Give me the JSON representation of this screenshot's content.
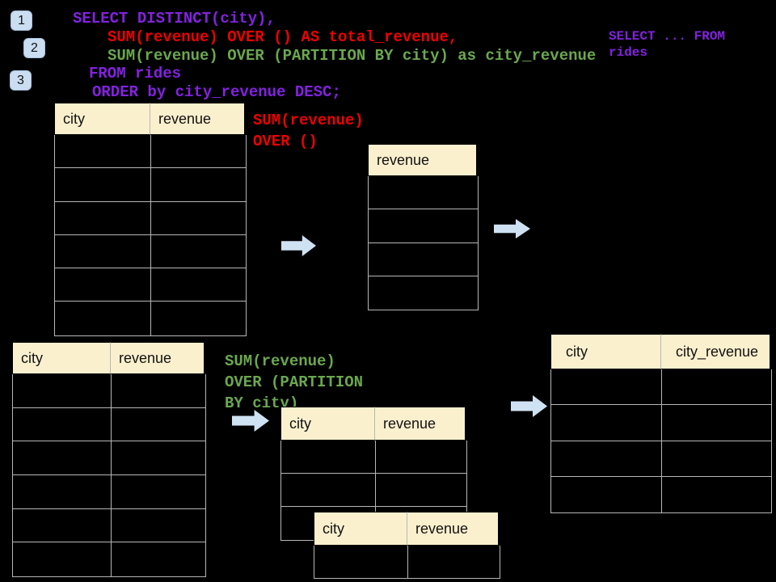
{
  "sql": {
    "line1": "SELECT DISTINCT(city),",
    "line2": "SUM(revenue) OVER () AS total_revenue,",
    "line3": "SUM(revenue) OVER (PARTITION BY city) as city_revenue",
    "line4": "FROM rides",
    "line5": "ORDER by city_revenue DESC;"
  },
  "side_note": {
    "line1": "SELECT ... FROM",
    "line2": "rides"
  },
  "badges": [
    "1",
    "2",
    "3"
  ],
  "annotations": {
    "total": {
      "line1": "SUM(revenue)",
      "line2": "OVER ()"
    },
    "partition": {
      "line1": "SUM(revenue)",
      "line2": "OVER (PARTITION",
      "line3": "BY city)"
    }
  },
  "tables": {
    "source_top": {
      "columns": [
        "city",
        "revenue"
      ],
      "rows": 6
    },
    "total_result": {
      "columns": [
        "revenue"
      ],
      "rows": 4
    },
    "source_bottom": {
      "columns": [
        "city",
        "revenue"
      ],
      "rows": 6
    },
    "partition_back": {
      "columns": [
        "city",
        "revenue"
      ],
      "rows": 3
    },
    "partition_front": {
      "columns": [
        "city",
        "revenue"
      ],
      "rows": 1
    },
    "city_revenue": {
      "columns": [
        "city",
        "city_revenue"
      ],
      "rows": 4
    }
  },
  "colors": {
    "background": "#000000",
    "purple": "#8322E0",
    "red": "#EE0000",
    "green": "#6AA84F",
    "header-fill": "#FBF0CE",
    "border-gray": "#B7B7B7",
    "arrow-fill": "#CFE2F3",
    "badge-fill": "#CBDDF1"
  }
}
